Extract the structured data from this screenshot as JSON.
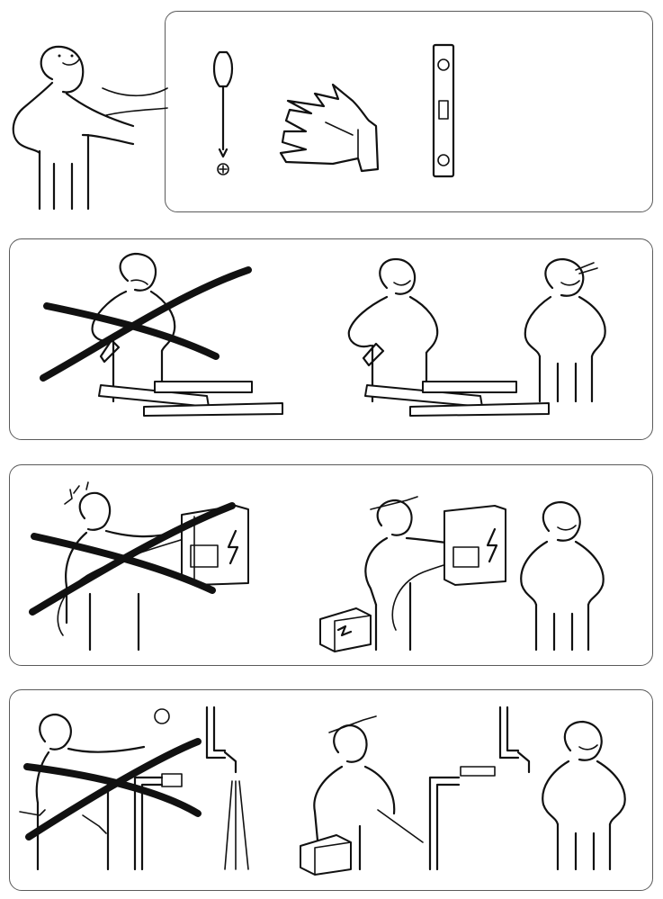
{
  "panels": [
    {
      "id": "tools",
      "tools": [
        "screwdriver-icon",
        "gloves-icon",
        "spirit-level-icon"
      ]
    },
    {
      "id": "two-person-assembly"
    },
    {
      "id": "electrical-safety"
    },
    {
      "id": "plumbing-safety"
    }
  ],
  "colors": {
    "ink": "#111111",
    "panel_border": "#5a5a5a",
    "background": "#ffffff"
  }
}
